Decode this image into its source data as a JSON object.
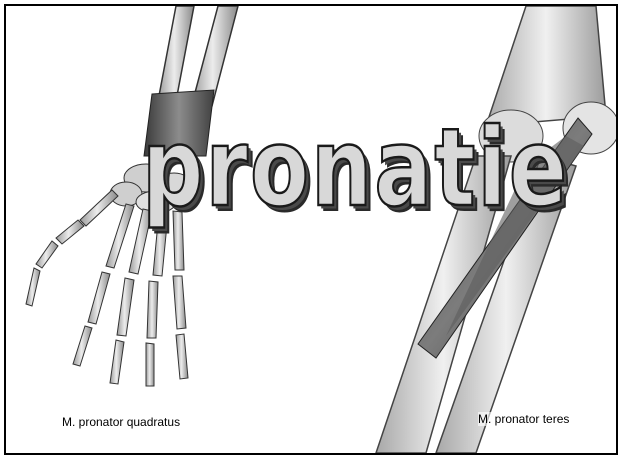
{
  "slide": {
    "title": "pronatie",
    "caption_left": "M. pronator quadratus",
    "caption_right": "M. pronator teres"
  },
  "colors": {
    "border": "#000000",
    "bone": "#d9d9d9",
    "muscle": "#6a6a6a",
    "title_fill": "#d8d8d8"
  },
  "images": {
    "left": "hand-bones-pronator-quadratus-illustration",
    "right": "elbow-pronator-teres-illustration"
  }
}
